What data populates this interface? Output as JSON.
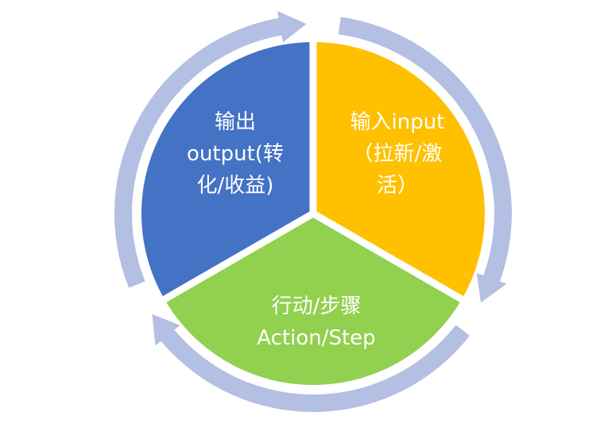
{
  "colors": {
    "background": "#ffffff",
    "ring": "#b3bfe3",
    "divider": "#ffffff",
    "label": "#ffffff"
  },
  "segments": [
    {
      "id": "output",
      "color": "#4472c4",
      "lines": [
        "输出",
        "output(转",
        "化/收益)"
      ]
    },
    {
      "id": "input",
      "color": "#ffc000",
      "lines": [
        "输入input",
        "（拉新/激",
        "活）"
      ]
    },
    {
      "id": "action",
      "color": "#92d050",
      "lines": [
        "行动/步骤",
        "Action/Step"
      ]
    }
  ]
}
